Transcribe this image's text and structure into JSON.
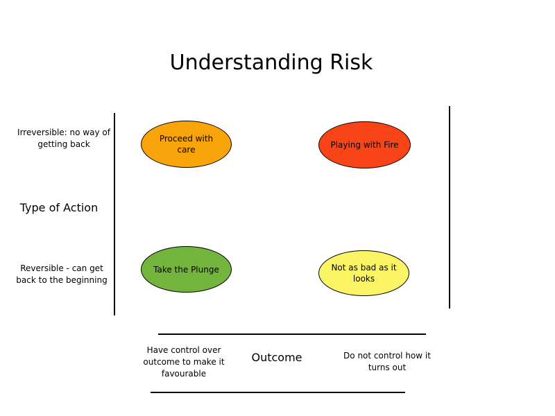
{
  "title": "Understanding Risk",
  "y_axis": {
    "title": "Type of Action",
    "top_label": "Irreversible: no way of getting back",
    "bottom_label": "Reversible - can get back to the beginning"
  },
  "x_axis": {
    "title": "Outcome",
    "left_label": "Have control over outcome to make it favourable",
    "right_label": "Do not control how it turns out"
  },
  "quadrants": {
    "top_left": {
      "label": "Proceed with care",
      "color": "#f9a40a"
    },
    "top_right": {
      "label": "Playing with Fire",
      "color": "#f94418"
    },
    "bottom_left": {
      "label": "Take the Plunge",
      "color": "#73b43d"
    },
    "bottom_right": {
      "label": "Not as bad as it looks",
      "color": "#fbf566"
    }
  }
}
